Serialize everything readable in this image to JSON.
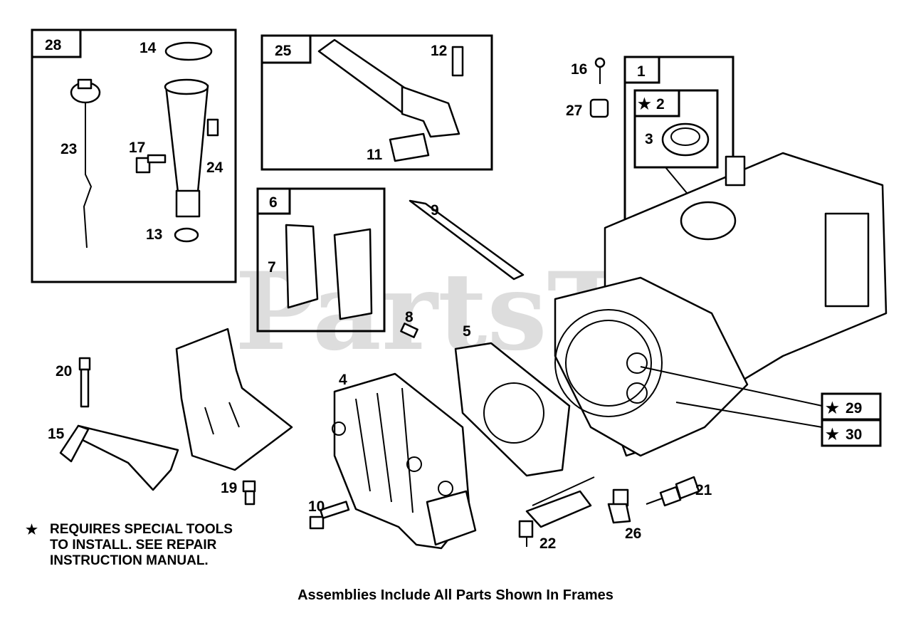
{
  "watermark": "PartsTree",
  "frame_labels": {
    "f28": "28",
    "f25": "25",
    "f6": "6",
    "f1": "1",
    "f2": "2",
    "f29": "29",
    "f30": "30"
  },
  "part_labels": {
    "p14": "14",
    "p23": "23",
    "p17": "17",
    "p24": "24",
    "p13": "13",
    "p12": "12",
    "p11": "11",
    "p9": "9",
    "p7": "7",
    "p8": "8",
    "p5": "5",
    "p16": "16",
    "p27": "27",
    "p3": "3",
    "p20": "20",
    "p15": "15",
    "p19": "19",
    "p4": "4",
    "p10": "10",
    "p22": "22",
    "p26": "26",
    "p21": "21"
  },
  "note": {
    "line1": "REQUIRES SPECIAL TOOLS",
    "line2": "TO INSTALL.  SEE REPAIR",
    "line3": "INSTRUCTION MANUAL."
  },
  "caption": "Assemblies Include All Parts Shown In Frames"
}
